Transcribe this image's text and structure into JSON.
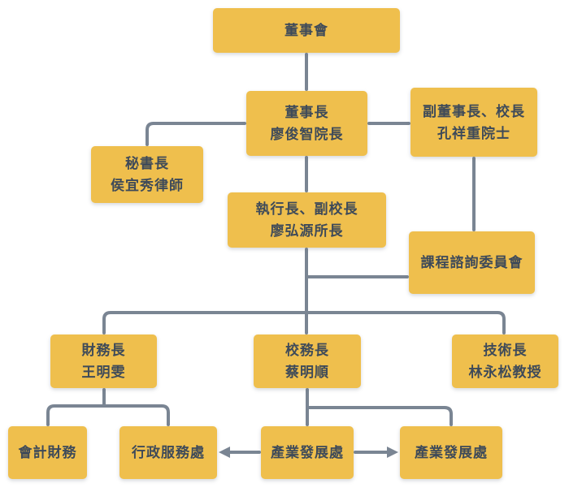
{
  "diagram": {
    "type": "org-chart",
    "language": "zh-Hant"
  },
  "colors": {
    "node_fill": "#EFBF4D",
    "node_text": "#3E4A59",
    "connector": "#7A8593",
    "background": "#FFFFFF"
  },
  "nodes": {
    "board": {
      "title": "董事會"
    },
    "chairman": {
      "title": "董事長",
      "name": "廖俊智院長"
    },
    "vicechairman": {
      "title": "副董事長、校長",
      "name": "孔祥重院士"
    },
    "secretary": {
      "title": "秘書長",
      "name": "侯宜秀律師"
    },
    "ceo": {
      "title": "執行長、副校長",
      "name": "廖弘源所長"
    },
    "curriculum": {
      "title": "課程諮詢委員會"
    },
    "cfo": {
      "title": "財務長",
      "name": "王明雯"
    },
    "cao": {
      "title": "校務長",
      "name": "蔡明順"
    },
    "cto": {
      "title": "技術長",
      "name": "林永松教授"
    },
    "accounting": {
      "title": "會計財務"
    },
    "admin": {
      "title": "行政服務處"
    },
    "industry_mid": {
      "title": "產業發展處"
    },
    "industry_right": {
      "title": "產業發展處"
    }
  },
  "edges": [
    {
      "from": "board",
      "to": "chairman",
      "style": "line"
    },
    {
      "from": "chairman",
      "to": "secretary",
      "style": "line"
    },
    {
      "from": "chairman",
      "to": "vicechairman",
      "style": "line"
    },
    {
      "from": "chairman",
      "to": "ceo",
      "style": "line"
    },
    {
      "from": "vicechairman",
      "to": "curriculum",
      "style": "line"
    },
    {
      "from": "ceo",
      "to": "curriculum",
      "style": "line"
    },
    {
      "from": "ceo",
      "to": "cfo",
      "style": "line"
    },
    {
      "from": "ceo",
      "to": "cao",
      "style": "line"
    },
    {
      "from": "ceo",
      "to": "cto",
      "style": "line"
    },
    {
      "from": "cfo",
      "to": "accounting",
      "style": "line"
    },
    {
      "from": "cfo",
      "to": "admin",
      "style": "line"
    },
    {
      "from": "cao",
      "to": "industry_mid",
      "style": "line"
    },
    {
      "from": "cao",
      "to": "industry_right",
      "style": "line"
    },
    {
      "from": "industry_mid",
      "to": "admin",
      "style": "arrow"
    },
    {
      "from": "industry_mid",
      "to": "industry_right",
      "style": "arrow"
    }
  ]
}
